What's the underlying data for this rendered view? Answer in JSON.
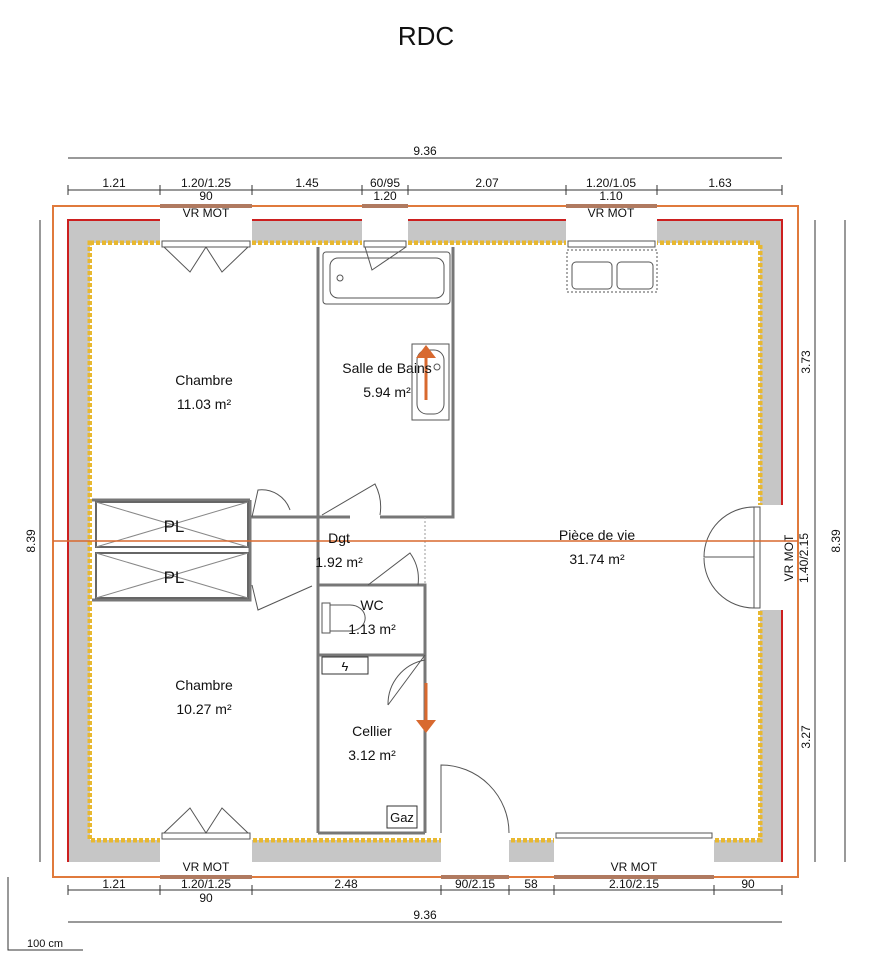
{
  "title": "RDC",
  "dimensions": {
    "total_top": "9.36",
    "top": [
      "1.21",
      "1.20/1.25",
      "1.45",
      "60/95",
      "2.07",
      "1.20/1.05",
      "1.63"
    ],
    "top_sub": [
      "90",
      "1.20",
      "1.10"
    ],
    "bottom": [
      "1.21",
      "1.20/1.25",
      "2.48",
      "90/2.15",
      "58",
      "2.10/2.15",
      "90"
    ],
    "bottom_sub": [
      "90"
    ],
    "total_bottom": "9.36",
    "left_total": "8.39",
    "right_total": "8.39",
    "right_upper": "3.73",
    "right_lower": "3.27",
    "right_window": "1.40/2.15"
  },
  "window_labels": [
    "VR MOT",
    "VR MOT",
    "VR MOT",
    "VR MOT",
    "VR MOT"
  ],
  "rooms": [
    {
      "name": "Chambre",
      "area": "11.03 m²"
    },
    {
      "name": "Salle de Bains",
      "area": "5.94 m²"
    },
    {
      "name": "Dgt",
      "area": "1.92 m²"
    },
    {
      "name": "Pièce de vie",
      "area": "31.74 m²"
    },
    {
      "name": "WC",
      "area": "1.13 m²"
    },
    {
      "name": "Chambre",
      "area": "10.27 m²"
    },
    {
      "name": "Cellier",
      "area": "3.12 m²"
    }
  ],
  "closets": [
    "PL",
    "PL"
  ],
  "gaz_label": "Gaz",
  "scale_label": "100 cm",
  "colors": {
    "wall": "#c6c6c6",
    "outline": "#e07a3c",
    "red": "#cc1f1f",
    "insulation": "#e8b830"
  }
}
